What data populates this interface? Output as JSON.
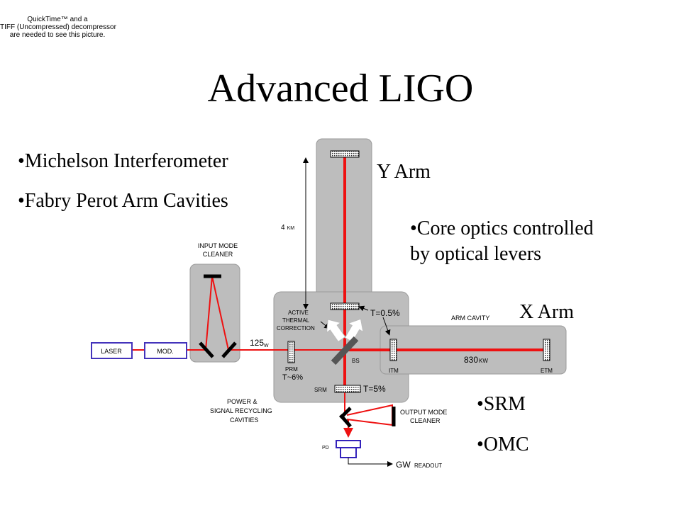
{
  "quicktime_notice": {
    "line1": "QuickTime™ and a",
    "line2": "TIFF (Uncompressed) decompressor",
    "line3": "are needed to see this picture."
  },
  "slide": {
    "title": "Advanced LIGO",
    "bullets_left": [
      "•Michelson Interferometer",
      "•Fabry Perot Arm Cavities"
    ],
    "y_arm_label": "Y Arm",
    "x_arm_label": "X Arm",
    "core_optics_line1": "•Core optics controlled",
    "core_optics_line2": "by optical levers",
    "bullets_bottom": [
      "•SRM",
      "•OMC"
    ]
  },
  "diagram": {
    "laser": "LASER",
    "mod": "MOD.",
    "imc_line1": "INPUT MODE",
    "imc_line2": "CLEANER",
    "power_in": "125",
    "power_in_unit": "W",
    "arm_length": "4",
    "arm_length_unit": "KM",
    "active_line1": "ACTIVE",
    "active_line2": "THERMAL",
    "active_line3": "CORRECTION",
    "itm_y_t": "T=0.5%",
    "arm_cavity": "ARM CAVITY",
    "prm": "PRM",
    "prm_t": "T~6%",
    "bs": "BS",
    "itm": "ITM",
    "etm": "ETM",
    "arm_power": "830",
    "arm_power_unit": "KW",
    "srm": "SRM",
    "srm_t": "T=5%",
    "prsr_line1": "POWER &",
    "prsr_line2": "SIGNAL RECYCLING",
    "prsr_line3": "CAVITIES",
    "omc_line1": "OUTPUT MODE",
    "omc_line2": "CLEANER",
    "pd": "PD",
    "gw": "GW",
    "readout": "READOUT"
  },
  "colors": {
    "beam": "#ee1111",
    "panel": "#bdbdbd",
    "laser_box": "#4433bb",
    "pd_box": "#3322bb"
  }
}
